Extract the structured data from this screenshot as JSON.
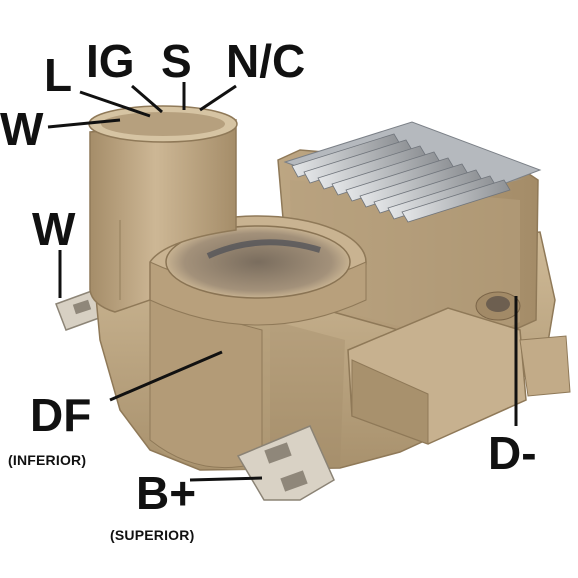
{
  "labels": {
    "l": "L",
    "ig": "IG",
    "s": "S",
    "nc": "N/C",
    "w_top": "W",
    "w_side": "W",
    "df": "DF",
    "df_note": "(INFERIOR)",
    "b_plus": "B+",
    "b_plus_note": "(SUPERIOR)",
    "d_minus": "D-"
  },
  "colors": {
    "housing": "#c2ac8a",
    "housing_dark": "#9c8562",
    "housing_light": "#d9c7a6",
    "heatsink": "#c8cacc",
    "terminal_metal": "#d6cfc2",
    "label_text": "#111111"
  }
}
